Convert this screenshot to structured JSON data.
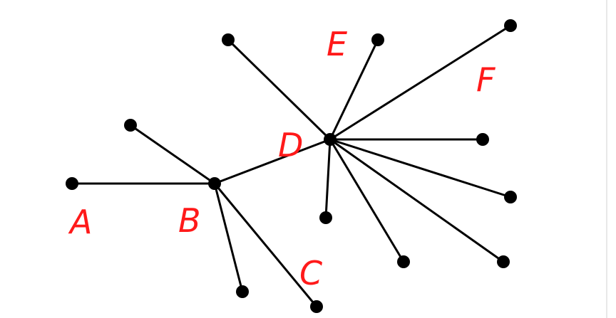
{
  "diagram": {
    "type": "tree",
    "colors": {
      "edge": "#000000",
      "node": "#000000",
      "label": "#ff1a1a",
      "background": "#ffffff"
    },
    "labels": {
      "A": "A",
      "B": "B",
      "C": "C",
      "D": "D",
      "E": "E",
      "F": "F"
    },
    "edges": [
      [
        "A",
        "B"
      ],
      [
        "B",
        "n1"
      ],
      [
        "B",
        "D"
      ],
      [
        "B",
        "n2"
      ],
      [
        "B",
        "C"
      ],
      [
        "D",
        "n3"
      ],
      [
        "D",
        "E"
      ],
      [
        "D",
        "F"
      ],
      [
        "D",
        "n4"
      ],
      [
        "D",
        "n5"
      ],
      [
        "D",
        "n6"
      ],
      [
        "D",
        "n7"
      ],
      [
        "D",
        "n8"
      ]
    ]
  }
}
